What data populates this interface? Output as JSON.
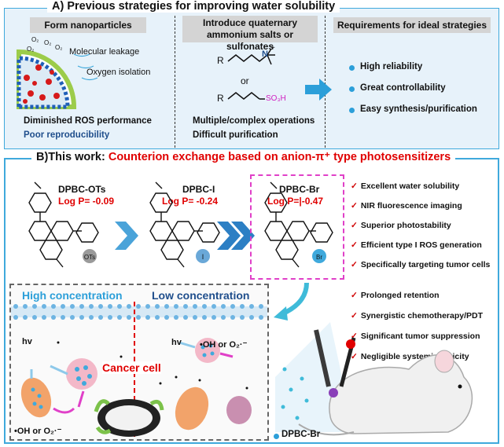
{
  "panel_a": {
    "title": "A) Previous strategies for  improving water solubility",
    "col1": {
      "header": "Form nanoparticles",
      "labels": [
        "O₂",
        "O₂",
        "O₂",
        "O₂",
        "Molecular leakage",
        "Oxygen isolation"
      ],
      "drawback1": "Diminished ROS performance",
      "drawback2": "Poor reproducibility"
    },
    "col2": {
      "header_line1": "Introduce quaternary",
      "header_line2": "ammonium salts or sulfonates",
      "r1": "R",
      "r2": "R",
      "n_label": "N",
      "plus": "+",
      "or": "or",
      "so3h": "SO₃H",
      "drawback1": "Multiple/complex operations",
      "drawback2": "Difficult purification"
    },
    "col3": {
      "header": "Requirements for ideal strategies",
      "items": [
        "High reliability",
        "Great controllability",
        "Easy synthesis/purification"
      ]
    }
  },
  "panel_b": {
    "title_prefix": "B)This work: ",
    "title_highlight": "Counterion exchange based on anion-π⁺ type photosensitizers",
    "compounds": [
      {
        "name": "DPBC-OTs",
        "logp": "Log P= -0.09",
        "anion": "OTs"
      },
      {
        "name": "DPBC-I",
        "logp": "Log P= -0.24",
        "anion": "I"
      },
      {
        "name": "DPBC-Br",
        "logp": "Log P=|-0.47",
        "anion": "Br"
      }
    ],
    "features": [
      "Excellent water solubility",
      "NIR fluorescence imaging",
      "Superior photostability",
      "Efficient type I ROS generation",
      "Specifically targeting tumor cells",
      "Prolonged retention",
      "Synergistic chemotherapy/PDT",
      "Significant tumor suppression",
      "Negligible systemic toxicity"
    ],
    "cell": {
      "high": "High concentration",
      "low": "Low concentration",
      "hv1": "hv",
      "hv2": "hv",
      "cancer": "Cancer cell",
      "product_right": "•OH or O₂·⁻",
      "product_left": "•OH or O₂·⁻"
    },
    "legend": "DPBC-Br"
  }
}
